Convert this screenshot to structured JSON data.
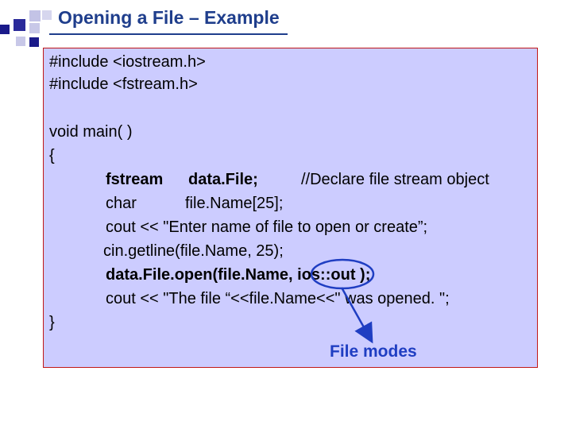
{
  "slide": {
    "title": "Opening a File – Example",
    "annotation": "File modes",
    "colors": {
      "title": "#1f3e8c",
      "box_fill": "#ccccff",
      "box_border": "#c01818",
      "annotation": "#1f3ec2"
    }
  },
  "code": {
    "l1": "#include <iostream.h>",
    "l2": "#include <fstream.h>",
    "l3": "void main( )",
    "l4": "{",
    "l5a": "fstream",
    "l5b": "data.File;",
    "l5c": "//Declare file stream object",
    "l6a": "char",
    "l6b": "file.Name[25];",
    "l7": "cout << \"Enter name of file to open or create”;",
    "l8": "cin.getline(file.Name, 25);",
    "l9": "data.File.open(file.Name, ios::out );",
    "l10": "cout << \"The file “<<file.Name<<\" was opened. \";",
    "l11": "}"
  }
}
